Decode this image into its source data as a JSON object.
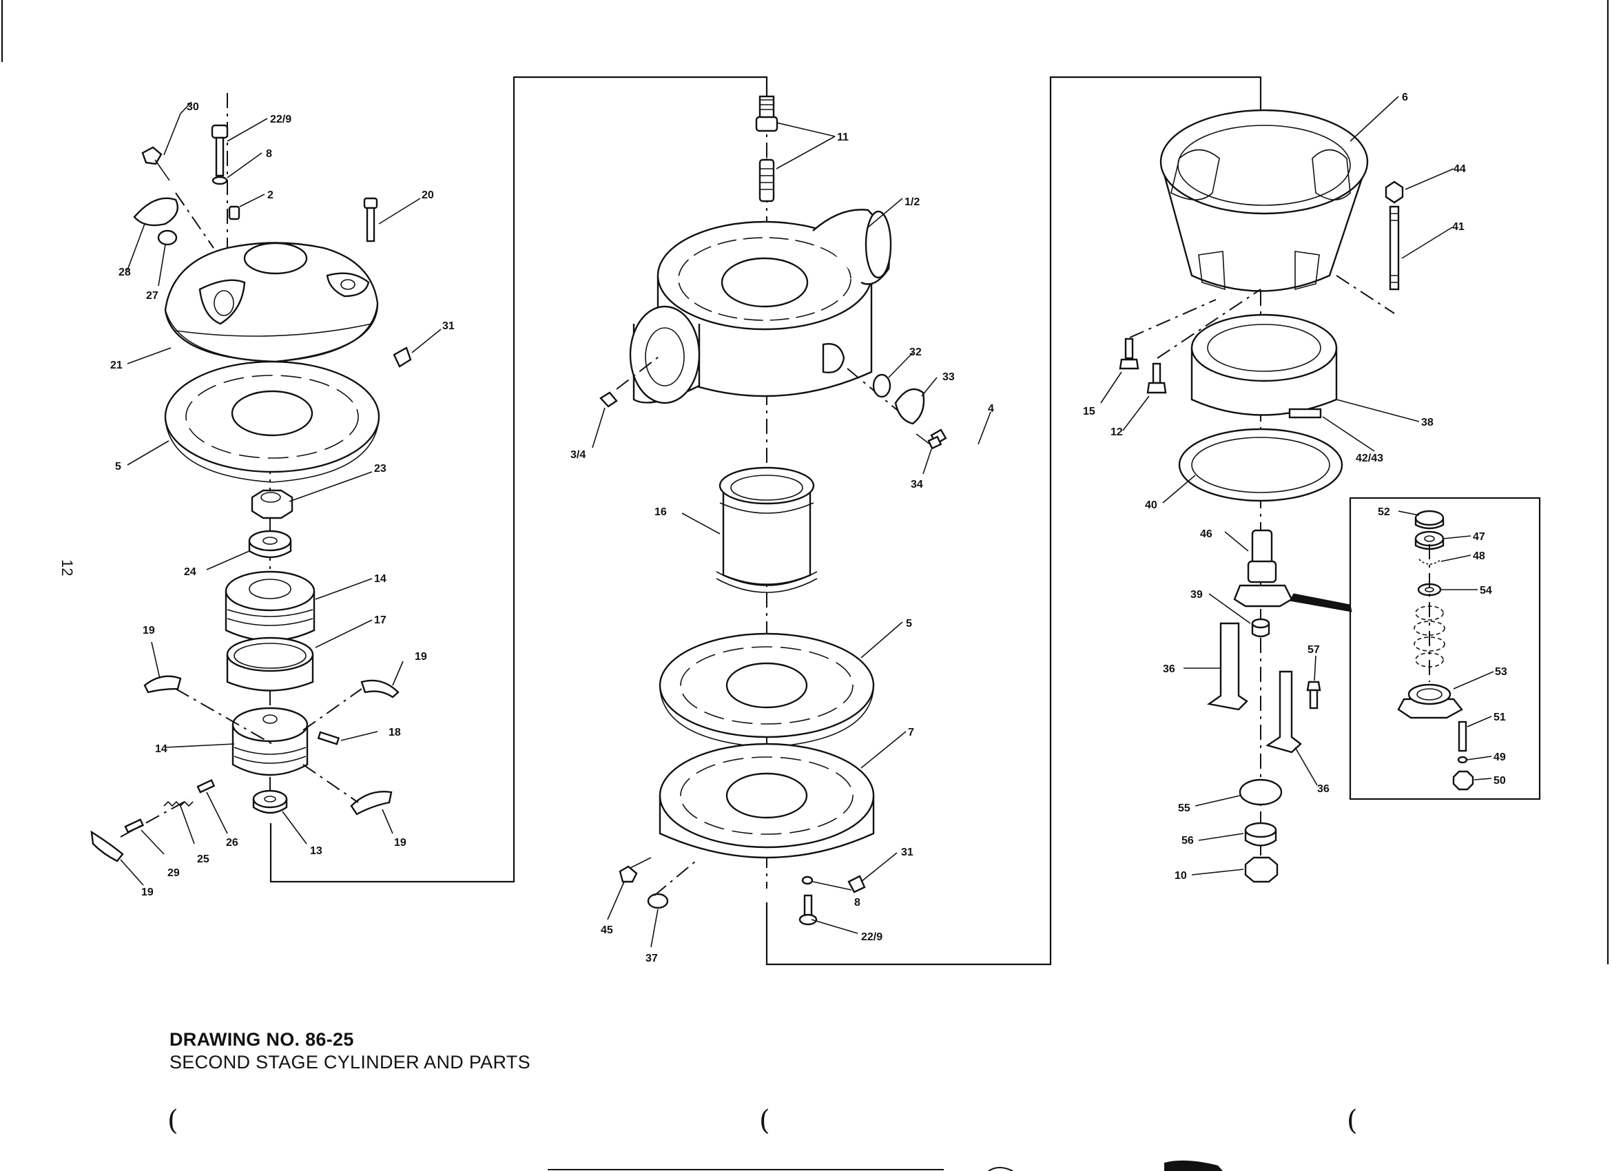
{
  "page_number": "12",
  "caption": {
    "number": "DRAWING NO. 86-25",
    "title": "SECOND STAGE CYLINDER AND PARTS"
  },
  "callouts": {
    "left": [
      "30",
      "22/9",
      "8",
      "2",
      "20",
      "28",
      "27",
      "21",
      "31",
      "5",
      "23",
      "24",
      "14",
      "17",
      "19",
      "19",
      "14",
      "18",
      "19",
      "19",
      "13",
      "26",
      "25",
      "29"
    ],
    "center": [
      "11",
      "1/2",
      "32",
      "33",
      "4",
      "34",
      "3/4",
      "16",
      "5",
      "7",
      "31",
      "8",
      "22/9",
      "45",
      "37"
    ],
    "right": [
      "6",
      "44",
      "41",
      "15",
      "12",
      "38",
      "42/43",
      "40",
      "46",
      "39",
      "36",
      "57",
      "36",
      "55",
      "56",
      "10"
    ],
    "inset": [
      "52",
      "47",
      "48",
      "54",
      "53",
      "51",
      "49",
      "50"
    ]
  },
  "binding_marks": [
    "(",
    "(",
    "("
  ]
}
